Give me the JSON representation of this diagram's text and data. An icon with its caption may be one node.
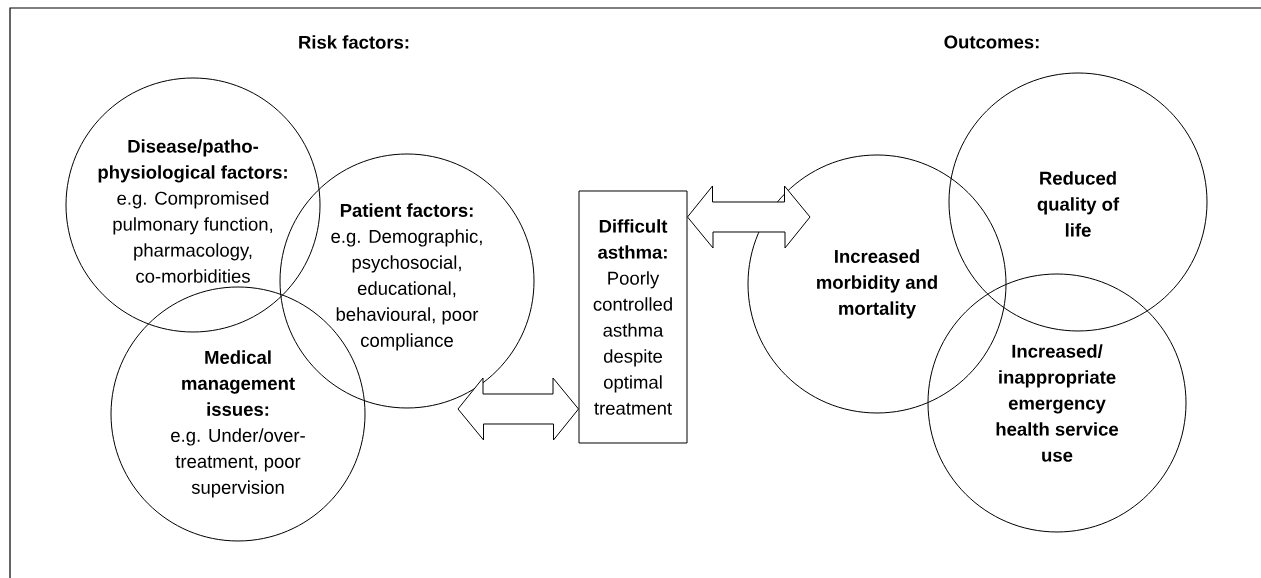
{
  "diagram": {
    "nodes": [
      {
        "text": [
          "Disease/patho-physiological factors:",
          "e.g. Compromised pulmonary function, pharmacology, co-morbidities"
        ]
      },
      {
        "text": [
          "Patient factors:",
          "e.g. Demographic, psychosocial, educational, behavioural, poor compliance"
        ]
      },
      {
        "text": [
          "Medical management issues:",
          "e.g. Under/over-treatment, poor supervision"
        ]
      },
      {
        "text": [
          "Difficult asthma:",
          "Poorly controlled asthma despite optimal treatment"
        ]
      },
      {
        "text": [
          "Increased morbidity and mortality"
        ]
      },
      {
        "text": [
          "Reduced quality of life"
        ]
      },
      {
        "text": [
          "Increased/ inappropriate emergency health service use"
        ]
      }
    ],
    "edges": [
      {
        "from": 1,
        "to": 3,
        "arrow": "both"
      },
      {
        "from": 3,
        "to": 4,
        "arrow": "both"
      }
    ],
    "labels": [
      "Risk factors:",
      "Outcomes:"
    ]
  }
}
